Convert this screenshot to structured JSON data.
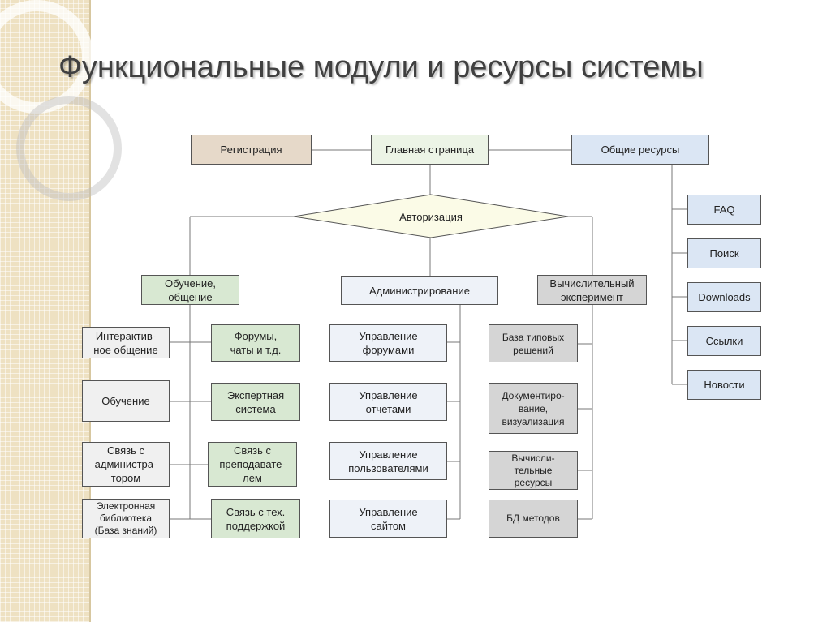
{
  "slide": {
    "title": "Функциональные модули и ресурсы системы"
  },
  "diagram": {
    "top": {
      "registration": "Регистрация",
      "main_page": "Главная страница",
      "shared_resources": "Общие ресурсы"
    },
    "authorization": "Авторизация",
    "resources": [
      "FAQ",
      "Поиск",
      "Downloads",
      "Ссылки",
      "Новости"
    ],
    "learning": {
      "header": "Обучение,\nобщение",
      "left": [
        "Интерактив-\nное общение",
        "Обучение",
        "Связь с\nадминистра-\nтором",
        "Электронная\nбиблиотека\n(База знаний)"
      ],
      "right": [
        "Форумы,\nчаты и т.д.",
        "Экспертная\nсистема",
        "Связь с\nпреподавате-\nлем",
        "Связь с тех.\nподдержкой"
      ]
    },
    "admin": {
      "header": "Администрирование",
      "items": [
        "Управление\nфорумами",
        "Управление\nотчетами",
        "Управление\nпользователями",
        "Управление\nсайтом"
      ]
    },
    "experiment": {
      "header": "Вычислительный\nэксперимент",
      "items": [
        "База типовых\nрешений",
        "Документиро-\nвание,\nвизуализация",
        "Вычисли-\nтельные\nресурсы",
        "БД методов"
      ]
    }
  }
}
